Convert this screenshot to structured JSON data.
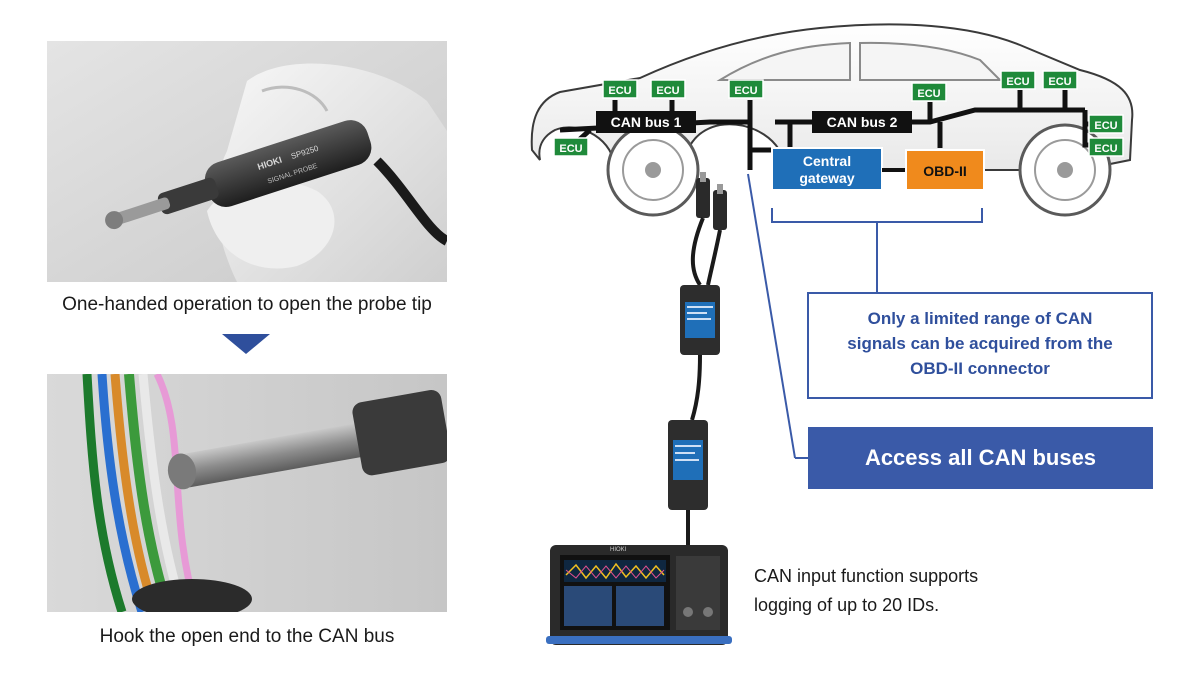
{
  "captions": {
    "top": "One-handed operation to open the probe tip",
    "bottom": "Hook the open end to the CAN bus"
  },
  "probe_photo": {
    "brand": "HIOKI",
    "model": "SP9250",
    "label": "SIGNAL PROBE"
  },
  "car": {
    "ecu_label": "ECU",
    "bus1": "CAN bus 1",
    "bus2": "CAN bus 2",
    "gateway_line1": "Central",
    "gateway_line2": "gateway",
    "obd": "OBD-II"
  },
  "note_box": {
    "line1": "Only a limited range of CAN",
    "line2": "signals can be acquired from the",
    "line3": "OBD-II connector"
  },
  "access_box": "Access all CAN buses",
  "logger_desc": {
    "line1": "CAN input function supports",
    "line2": "logging of up to 20 IDs."
  },
  "device_brand": "HIOKI",
  "colors": {
    "accent_blue": "#3a5aa8",
    "ecu_green": "#1f8a3a",
    "gateway_blue": "#1f6fb8",
    "obd_orange": "#f08a1c"
  }
}
